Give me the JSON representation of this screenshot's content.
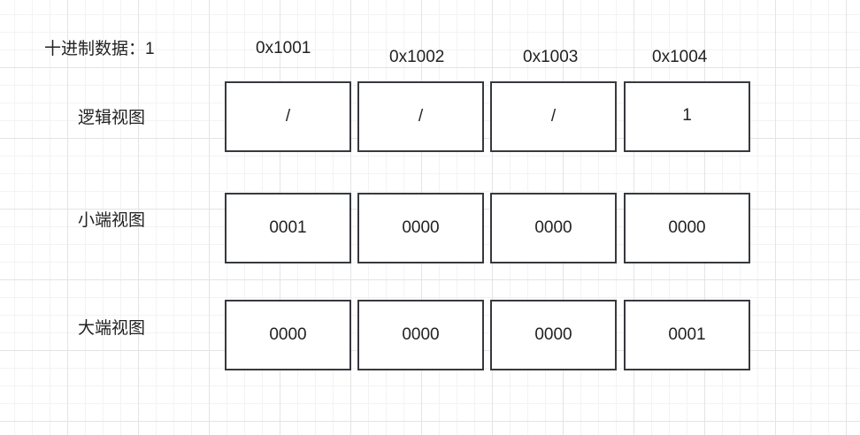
{
  "title": "十进制数据：1",
  "addresses": [
    "0x1001",
    "0x1002",
    "0x1003",
    "0x1004"
  ],
  "rows": [
    {
      "label": "逻辑视图",
      "cells": [
        "/",
        "/",
        "/",
        "1"
      ]
    },
    {
      "label": "小端视图",
      "cells": [
        "0001",
        "0000",
        "0000",
        "0000"
      ]
    },
    {
      "label": "大端视图",
      "cells": [
        "0000",
        "0000",
        "0000",
        "0001"
      ]
    }
  ]
}
